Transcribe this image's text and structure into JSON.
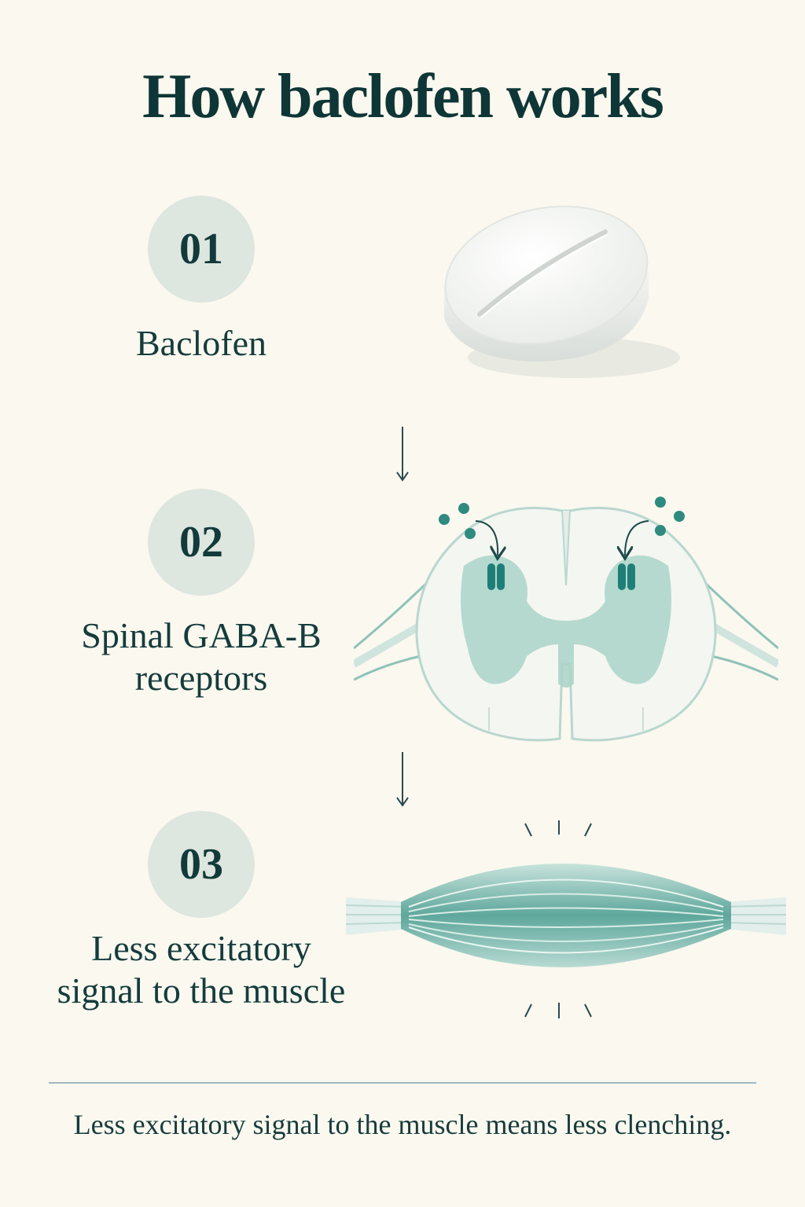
{
  "title": "How baclofen works",
  "steps": [
    {
      "number": "01",
      "label": "Baclofen",
      "illustration": "tablet-icon"
    },
    {
      "number": "02",
      "label_lines": [
        "Spinal GABA-B",
        "receptors"
      ],
      "illustration": "spinal-cord-cross-section-icon"
    },
    {
      "number": "03",
      "label_lines": [
        "Less excitatory",
        "signal to the muscle"
      ],
      "illustration": "relaxed-muscle-icon"
    }
  ],
  "footer": "Less excitatory signal to the muscle means less clenching.",
  "colors": {
    "background": "#faf8ef",
    "text": "#123a3a",
    "badge": "#dde6df",
    "teal": "#2f8a80",
    "light_teal": "#a9d3c8",
    "divider": "#9db8c4"
  }
}
